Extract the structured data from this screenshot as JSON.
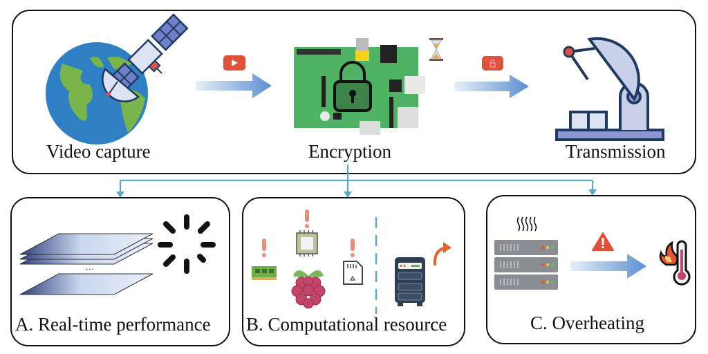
{
  "pipeline": {
    "stages": [
      {
        "label": "Video capture",
        "icon": "earth-satellite-icon"
      },
      {
        "label": "Encryption",
        "icon": "raspberry-pi-board-lock-icon"
      },
      {
        "label": "Transmission",
        "icon": "satellite-dish-icon"
      }
    ],
    "arrow_badges": [
      {
        "icon": "video-play-badge-icon",
        "color": "#e0513a"
      },
      {
        "icon": "locked-video-badge-icon",
        "color": "#e0513a"
      }
    ],
    "timer_icon": "hourglass-icon"
  },
  "challenges": [
    {
      "label": "A. Real-time performance",
      "icons": [
        "video-frames-stack-icon",
        "loading-spinner-icon"
      ]
    },
    {
      "label": "B. Computational resource",
      "icons": [
        "ram-icon",
        "cpu-chip-icon",
        "raspberry-icon",
        "sd-card-icon",
        "server-tower-icon",
        "offload-arrow-icon"
      ]
    },
    {
      "label": "C. Overheating",
      "icons": [
        "heat-waves-icon",
        "server-rack-icon",
        "warning-icon",
        "fire-thermometer-icon"
      ]
    }
  ],
  "ellipsis": "...",
  "colors": {
    "connector": "#5aa9c4",
    "arrow_start": "#e8f0f8",
    "arrow_end": "#5b8fd0",
    "warning_red": "#e0513a",
    "exclaim": "#f08a7a",
    "board_green": "#4fb264",
    "earth_blue": "#2f7fc4",
    "earth_green": "#79b54a",
    "dish_fill": "#c9d1ea",
    "dish_stroke": "#1f3a60",
    "raspberry": "#c2456a"
  }
}
